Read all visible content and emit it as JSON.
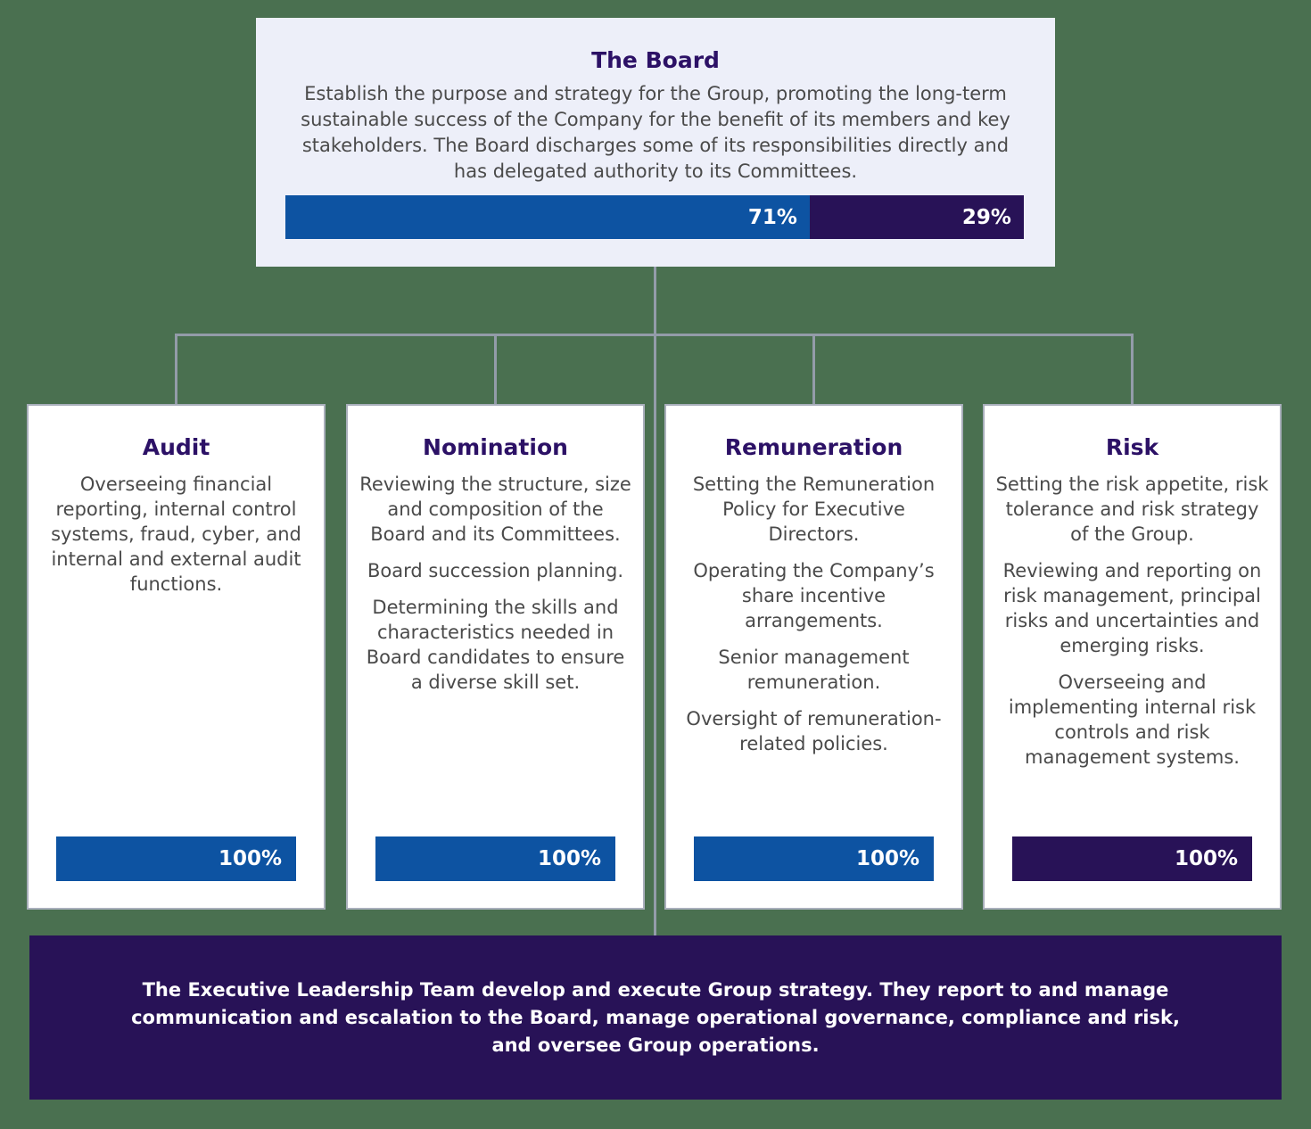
{
  "colors": {
    "page_background": "#4a7050",
    "connector_line": "#939ca9",
    "board_card_background": "#edeff9",
    "committee_card_background": "#ffffff",
    "committee_card_border": "#a9afbb",
    "title_purple": "#2c1166",
    "body_text_gray": "#4a4a4a",
    "bar_blue": "#0d53a2",
    "bar_dark_purple": "#281257",
    "banner_background": "#281257",
    "bar_label_white": "#ffffff"
  },
  "board": {
    "title": "The Board",
    "description": "Establish the purpose and strategy for the Group, promoting the long-term sustainable success of the Company for the benefit of its members and key stakeholders. The Board discharges some of its responsibilities directly and has delegated authority to its Committees.",
    "composition_bar": {
      "segments": [
        {
          "label": "71%",
          "value": 71,
          "color": "#0d53a2"
        },
        {
          "label": "29%",
          "value": 29,
          "color": "#281257"
        }
      ]
    }
  },
  "committees": [
    {
      "title": "Audit",
      "paragraphs": [
        "Overseeing financial reporting, internal control systems, fraud, cyber, and internal and external audit functions."
      ],
      "attendance": {
        "label": "100%",
        "value": 100,
        "color": "#0d53a2"
      }
    },
    {
      "title": "Nomination",
      "paragraphs": [
        "Reviewing the structure, size and composition of the Board and its Committees.",
        "Board succession planning.",
        "Determining the skills and characteristics needed in Board candidates to ensure a diverse skill set."
      ],
      "attendance": {
        "label": "100%",
        "value": 100,
        "color": "#0d53a2"
      }
    },
    {
      "title": "Remuneration",
      "paragraphs": [
        "Setting the Remuneration Policy for Executive Directors.",
        "Operating the Company’s share incentive arrangements.",
        "Senior management remuneration.",
        "Oversight of remuneration-related policies."
      ],
      "attendance": {
        "label": "100%",
        "value": 100,
        "color": "#0d53a2"
      }
    },
    {
      "title": "Risk",
      "paragraphs": [
        "Setting the risk appetite, risk tolerance and risk strategy of the Group.",
        "Reviewing and reporting on risk management, principal risks and uncertainties and emerging risks.",
        "Overseeing and implementing internal risk controls and risk management systems."
      ],
      "attendance": {
        "label": "100%",
        "value": 100,
        "color": "#281257"
      }
    }
  ],
  "executive_banner": {
    "text": "The Executive Leadership Team develop and execute Group strategy. They report to and manage communication and escalation to the Board, manage operational governance, compliance and risk, and oversee Group operations."
  }
}
